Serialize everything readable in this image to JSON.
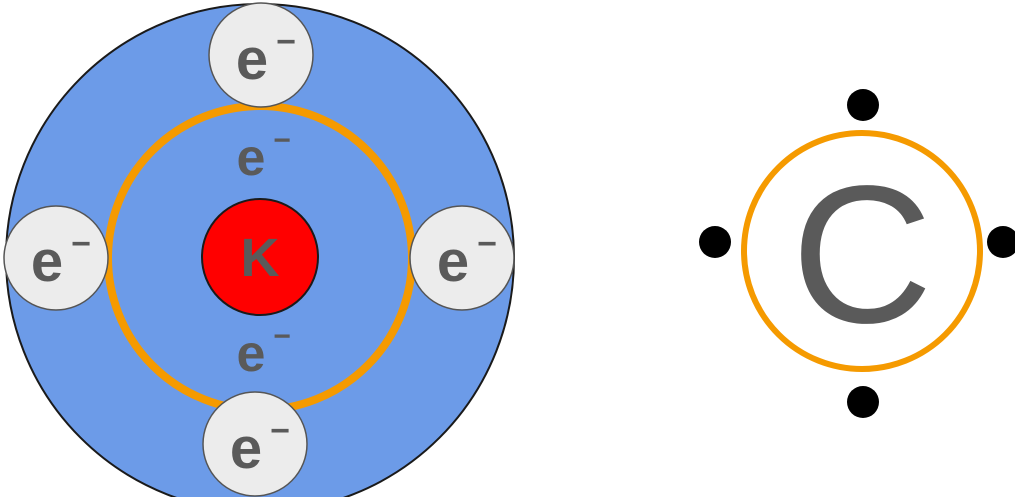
{
  "left_diagram": {
    "nucleus_label": "K",
    "electron_label": "e",
    "charge_sign": "−",
    "colors": {
      "outer_shell": "#6c9be8",
      "orbit_ring": "#f59a00",
      "nucleus": "#ff0000",
      "electron_fill": "#ececec",
      "label": "#5a5a5a"
    }
  },
  "right_diagram": {
    "element_symbol": "C",
    "valence_dot_count": 4,
    "colors": {
      "ring": "#f59a00",
      "dot": "#000000",
      "symbol": "#5a5a5a"
    }
  }
}
